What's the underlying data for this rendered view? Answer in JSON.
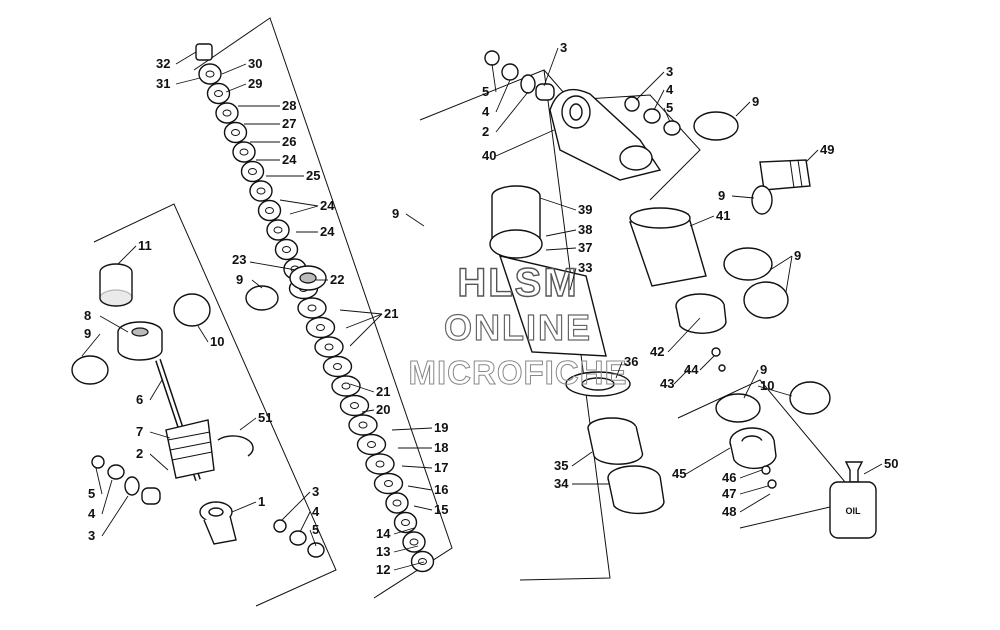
{
  "watermark": {
    "line1": "HLSM",
    "line2": "ONLINE",
    "line3": "MICROFICHE"
  },
  "bottle_label": "OIL",
  "callouts": [
    "32",
    "31",
    "30",
    "29",
    "28",
    "27",
    "26",
    "24",
    "25",
    "24",
    "24",
    "23",
    "22",
    "9",
    "21",
    "21",
    "20",
    "19",
    "18",
    "17",
    "16",
    "15",
    "14",
    "13",
    "12",
    "11",
    "8",
    "9",
    "10",
    "6",
    "7",
    "51",
    "2",
    "5",
    "4",
    "3",
    "1",
    "3",
    "4",
    "5",
    "9",
    "3",
    "5",
    "4",
    "2",
    "40",
    "3",
    "4",
    "5",
    "9",
    "49",
    "9",
    "39",
    "38",
    "37",
    "33",
    "41",
    "9",
    "36",
    "42",
    "44",
    "43",
    "9",
    "10",
    "35",
    "34",
    "45",
    "46",
    "47",
    "48",
    "50"
  ]
}
